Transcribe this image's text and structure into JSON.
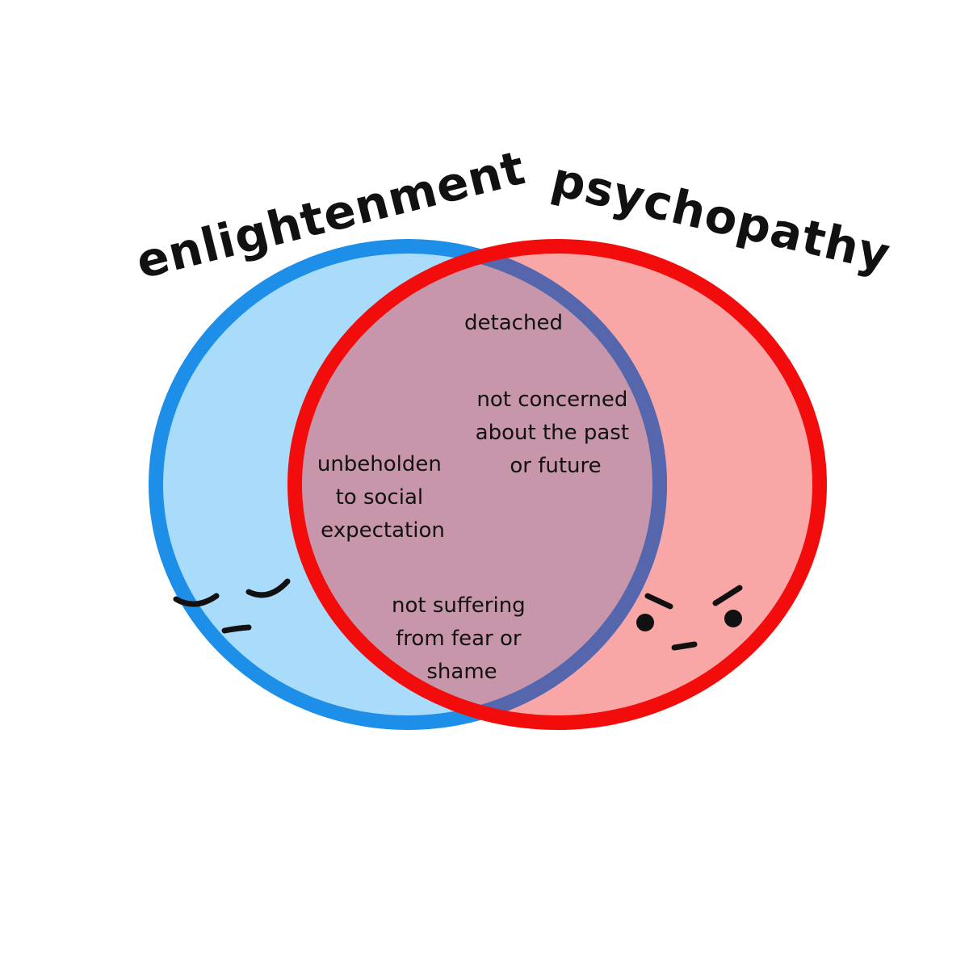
{
  "diagram": {
    "type": "venn",
    "left_set": {
      "label": "enlightenment",
      "stroke_color": "#1e8fe8",
      "fill_color": "#a9dcfb",
      "face": "serene-face-icon"
    },
    "right_set": {
      "label": "psychopathy",
      "stroke_color": "#f20c0c",
      "fill_color": "#f9a6a6",
      "face": "angry-face-icon"
    },
    "overlap": {
      "fill_color": "#c896aa",
      "hidden_edge_color": "#5566ad",
      "items": [
        {
          "lines": [
            "detached"
          ]
        },
        {
          "lines": [
            "not concerned",
            "about the past",
            "or future"
          ]
        },
        {
          "lines": [
            "unbeholden",
            "to social",
            "expectation"
          ]
        },
        {
          "lines": [
            "not suffering",
            "from fear or",
            "shame"
          ]
        }
      ]
    }
  }
}
